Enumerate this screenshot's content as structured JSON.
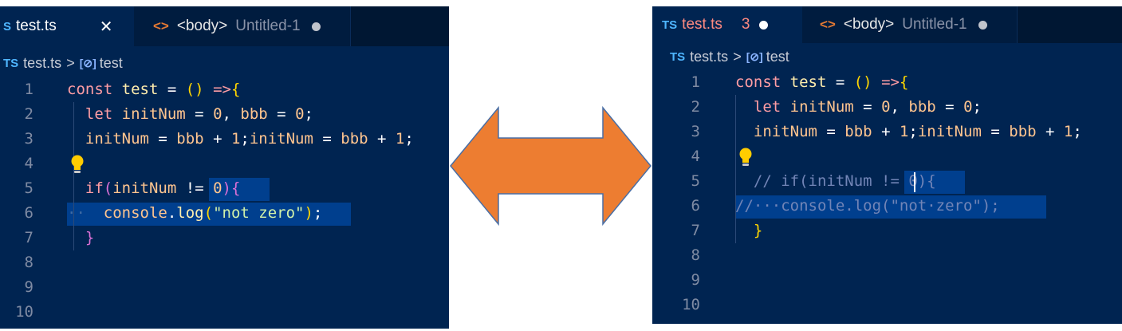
{
  "left_editor": {
    "tabs": [
      {
        "badge": "S",
        "name": "test.ts",
        "close": "✕"
      },
      {
        "icon": "<>",
        "name": "<body>",
        "sub": "Untitled-1"
      }
    ],
    "breadcrumb": {
      "badge": "TS",
      "file": "test.ts",
      "sep": ">",
      "sym": "[⊘]",
      "item": "test"
    },
    "lines": [
      {
        "n": "1",
        "tokens": [
          {
            "t": "const ",
            "c": "k"
          },
          {
            "t": "test",
            "c": "f"
          },
          {
            "t": " = ",
            "c": "o"
          },
          {
            "t": "()",
            "c": "b"
          },
          {
            "t": " =>",
            "c": "k"
          },
          {
            "t": "{",
            "c": "b"
          }
        ]
      },
      {
        "n": "2",
        "tokens": [
          {
            "t": "  ",
            "c": "o"
          },
          {
            "t": "let ",
            "c": "k"
          },
          {
            "t": "initNum",
            "c": "n"
          },
          {
            "t": " = ",
            "c": "o"
          },
          {
            "t": "0",
            "c": "n"
          },
          {
            "t": ", ",
            "c": "o"
          },
          {
            "t": "bbb",
            "c": "n"
          },
          {
            "t": " = ",
            "c": "o"
          },
          {
            "t": "0",
            "c": "n"
          },
          {
            "t": ";",
            "c": "p"
          }
        ]
      },
      {
        "n": "3",
        "tokens": [
          {
            "t": "  ",
            "c": "o"
          },
          {
            "t": "initNum",
            "c": "n"
          },
          {
            "t": " = ",
            "c": "o"
          },
          {
            "t": "bbb",
            "c": "n"
          },
          {
            "t": " + ",
            "c": "o"
          },
          {
            "t": "1",
            "c": "n"
          },
          {
            "t": ";",
            "c": "p"
          },
          {
            "t": "initNum",
            "c": "n"
          },
          {
            "t": " = ",
            "c": "o"
          },
          {
            "t": "bbb",
            "c": "n"
          },
          {
            "t": " + ",
            "c": "o"
          },
          {
            "t": "1",
            "c": "n"
          },
          {
            "t": ";",
            "c": "p"
          }
        ]
      },
      {
        "n": "4",
        "tokens": []
      },
      {
        "n": "5",
        "tokens": [
          {
            "t": "  ",
            "c": "o"
          },
          {
            "t": "if",
            "c": "k"
          },
          {
            "t": "(",
            "c": "brace-pink"
          },
          {
            "t": "initNum",
            "c": "n"
          },
          {
            "t": " != ",
            "c": "o"
          },
          {
            "t": "0",
            "c": "n"
          },
          {
            "t": ")",
            "c": "brace-pink"
          },
          {
            "t": "{",
            "c": "brace-pink"
          }
        ]
      },
      {
        "n": "6",
        "tokens": [
          {
            "t": "··  ",
            "c": "ws"
          },
          {
            "t": "console",
            "c": "n"
          },
          {
            "t": ".",
            "c": "o"
          },
          {
            "t": "log",
            "c": "f"
          },
          {
            "t": "(",
            "c": "b"
          },
          {
            "t": "\"not zero\"",
            "c": "s"
          },
          {
            "t": ")",
            "c": "b"
          },
          {
            "t": ";",
            "c": "p"
          }
        ]
      },
      {
        "n": "7",
        "tokens": [
          {
            "t": "  ",
            "c": "o"
          },
          {
            "t": "}",
            "c": "brace-pink"
          }
        ]
      },
      {
        "n": "8",
        "tokens": []
      },
      {
        "n": "9",
        "tokens": []
      },
      {
        "n": "10",
        "tokens": []
      }
    ]
  },
  "right_editor": {
    "tabs": [
      {
        "badge": "TS",
        "name": "test.ts",
        "errors": "3"
      },
      {
        "icon": "<>",
        "name": "<body>",
        "sub": "Untitled-1"
      }
    ],
    "breadcrumb": {
      "badge": "TS",
      "file": "test.ts",
      "sep": ">",
      "sym": "[⊘]",
      "item": "test"
    },
    "lines": [
      {
        "n": "1",
        "tokens": [
          {
            "t": "const ",
            "c": "k"
          },
          {
            "t": "test",
            "c": "f"
          },
          {
            "t": " = ",
            "c": "o"
          },
          {
            "t": "()",
            "c": "b"
          },
          {
            "t": " =>",
            "c": "k"
          },
          {
            "t": "{",
            "c": "b"
          }
        ]
      },
      {
        "n": "2",
        "tokens": [
          {
            "t": "  ",
            "c": "o"
          },
          {
            "t": "let ",
            "c": "k"
          },
          {
            "t": "initNum",
            "c": "n"
          },
          {
            "t": " = ",
            "c": "o"
          },
          {
            "t": "0",
            "c": "n"
          },
          {
            "t": ", ",
            "c": "o"
          },
          {
            "t": "bbb",
            "c": "n"
          },
          {
            "t": " = ",
            "c": "o"
          },
          {
            "t": "0",
            "c": "n"
          },
          {
            "t": ";",
            "c": "p"
          }
        ]
      },
      {
        "n": "3",
        "tokens": [
          {
            "t": "  ",
            "c": "o"
          },
          {
            "t": "initNum",
            "c": "n"
          },
          {
            "t": " = ",
            "c": "o"
          },
          {
            "t": "bbb",
            "c": "n"
          },
          {
            "t": " + ",
            "c": "o"
          },
          {
            "t": "1",
            "c": "n"
          },
          {
            "t": ";",
            "c": "p"
          },
          {
            "t": "initNum",
            "c": "n"
          },
          {
            "t": " = ",
            "c": "o"
          },
          {
            "t": "bbb",
            "c": "n"
          },
          {
            "t": " + ",
            "c": "o"
          },
          {
            "t": "1",
            "c": "n"
          },
          {
            "t": ";",
            "c": "p"
          }
        ]
      },
      {
        "n": "4",
        "tokens": []
      },
      {
        "n": "5",
        "tokens": [
          {
            "t": "  ",
            "c": "o"
          },
          {
            "t": "// if(initNum != 0){",
            "c": "c"
          }
        ]
      },
      {
        "n": "6",
        "tokens": [
          {
            "t": "//···console.log(\"not·zero\");",
            "c": "c"
          }
        ]
      },
      {
        "n": "7",
        "tokens": [
          {
            "t": "  ",
            "c": "o"
          },
          {
            "t": "}",
            "c": "b"
          }
        ]
      },
      {
        "n": "8",
        "tokens": []
      },
      {
        "n": "9",
        "tokens": []
      },
      {
        "n": "10",
        "tokens": []
      }
    ]
  },
  "colors": {
    "background": "#002451",
    "arrow": "#ed7d31"
  }
}
